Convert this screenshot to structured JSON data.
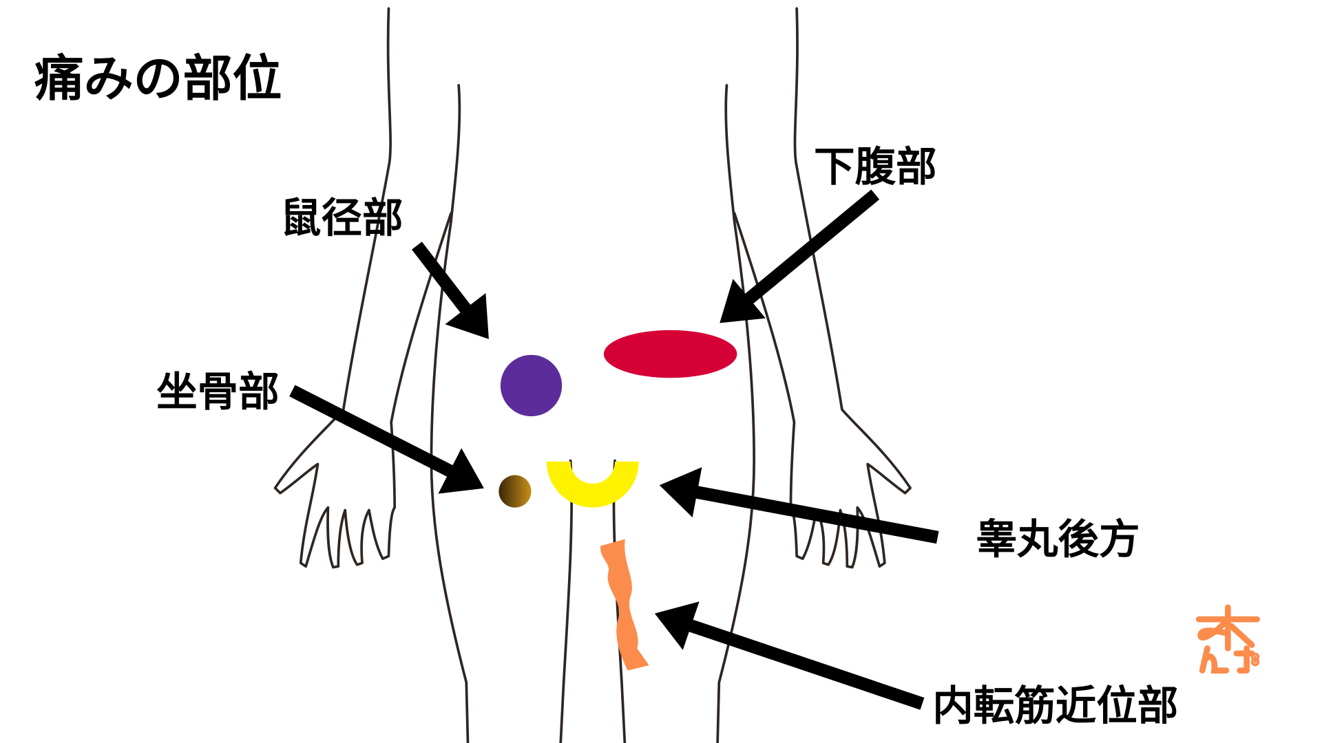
{
  "title": "痛みの部位",
  "labels": {
    "groin": "鼠径部",
    "lower_abdomen": "下腹部",
    "ischium": "坐骨部",
    "behind_testicle": "睾丸後方",
    "adductor_proximal": "内転筋近位部"
  },
  "logo_text": "杏んず",
  "colors": {
    "groin": "#5c2d9a",
    "lower_abdomen": "#d40036",
    "ischium_dark": "#3a2608",
    "ischium_light": "#c8901a",
    "behind_testicle": "#fff200",
    "adductor_proximal": "#fb8c4c",
    "logo": "#fb8c4c"
  }
}
